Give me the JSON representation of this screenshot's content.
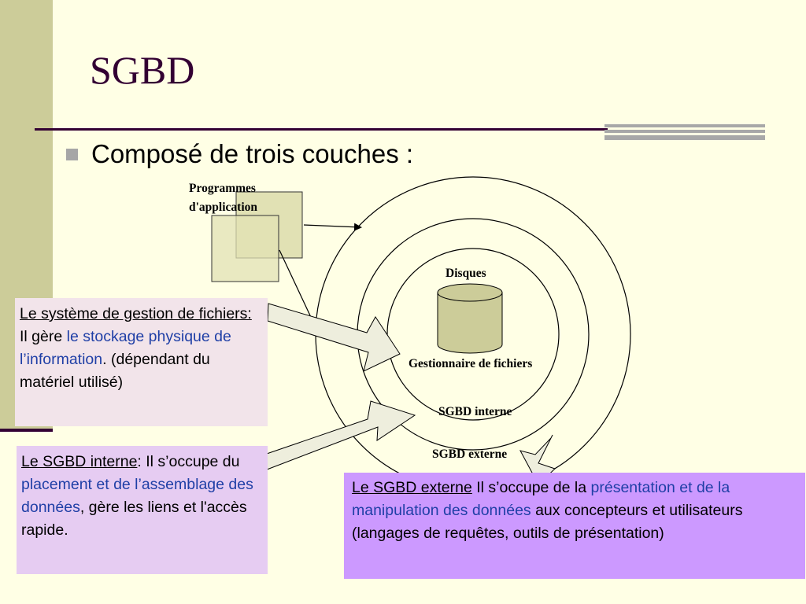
{
  "slide": {
    "title": "SGBD",
    "bullet": "Composé de trois couches :"
  },
  "diagram": {
    "app_label_line1": "Programmes",
    "app_label_line2": "d'application",
    "disks_label": "Disques",
    "file_manager_label": "Gestionnaire de fichiers",
    "internal_label": "SGBD interne",
    "external_label": "SGBD externe"
  },
  "boxes": {
    "file_system": {
      "term": "Le système de gestion de fichiers:",
      "text1": " Il gère ",
      "highlight": "le stockage physique de l’information",
      "text2": ". (dépendant du matériel utilisé)"
    },
    "internal": {
      "term": "Le SGBD interne",
      "text1": ": Il s’occupe du ",
      "highlight": "placement et de l’assemblage des données",
      "text2": ", gère les liens et l'accès rapide."
    },
    "external": {
      "term": "Le SGBD externe",
      "text1": " Il s’occupe de la ",
      "highlight": "présentation et de la manipulation des données",
      "text2": " aux concepteurs et utilisateurs (langages de requêtes, outils de présentation)"
    }
  },
  "colors": {
    "background": "#FFFFE5",
    "left_bar": "#CCCC99",
    "title": "#330033",
    "highlight_text": "#1F3FA6",
    "box1_bg": "#F2E4EA",
    "box2_bg": "#E6CCF2",
    "box3_bg": "#CC99FF",
    "shape_fill": "#E1E1B4",
    "cylinder_fill": "#CCCC99",
    "arrow_fill": "#EEEEDD"
  }
}
